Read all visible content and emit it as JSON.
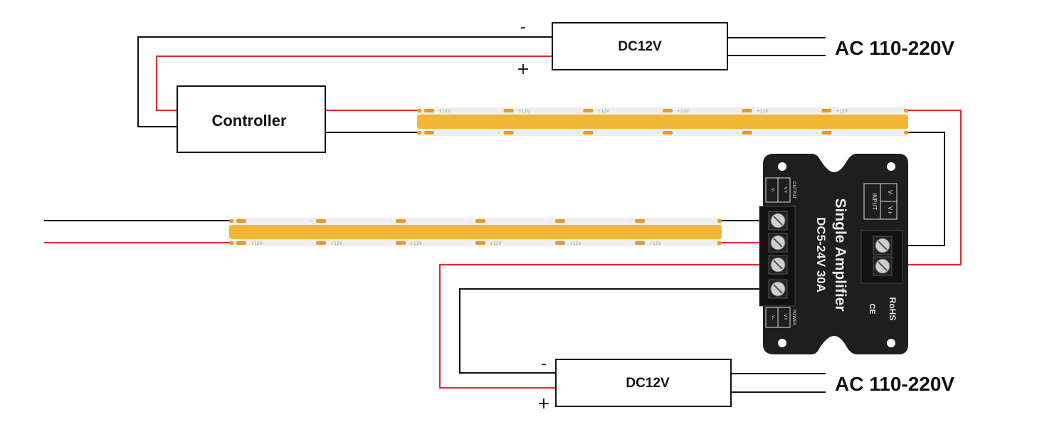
{
  "colors": {
    "red_wire": "#e3262b",
    "black_wire": "#111111",
    "strip_yellow": "#f2b535",
    "strip_edge": "#eeeeee",
    "pad": "#e49a2c",
    "amp_body": "#1e1e1e",
    "amp_text": "#e8e8e8"
  },
  "top_psu": {
    "label": "DC12V",
    "minus": "-",
    "plus": "+"
  },
  "top_ac": {
    "label": "AC 110-220V"
  },
  "controller": {
    "label": "Controller"
  },
  "strip": {
    "pad_label": "+12V",
    "minus_label": "-"
  },
  "amplifier": {
    "title": "Single Amplifier",
    "spec": "DC5-24V  30A",
    "output_label": "OUTPUT",
    "power_label": "POWER",
    "input_label": "INPUT",
    "v_plus": "V+",
    "v_minus": "V-",
    "ce_label": "CE",
    "rohs_label": "RoHS"
  },
  "bottom_psu": {
    "label": "DC12V",
    "minus": "-",
    "plus": "+"
  },
  "bottom_ac": {
    "label": "AC 110-220V"
  }
}
